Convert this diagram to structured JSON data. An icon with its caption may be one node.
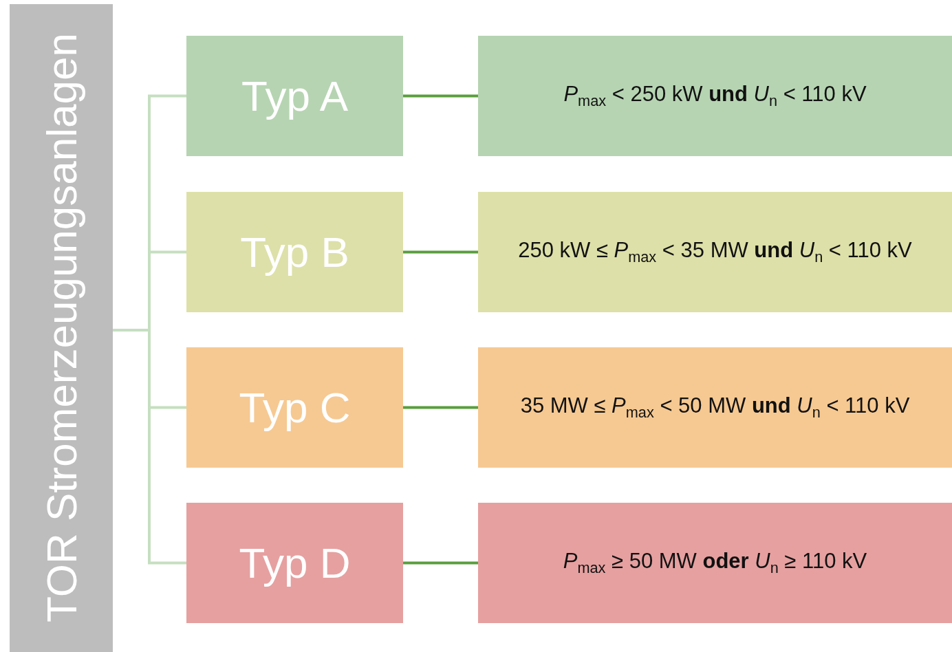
{
  "diagram": {
    "nodes": [
      {
        "text": [
          "TOR Stromerzeugungsanlagen"
        ]
      },
      {
        "text": [
          "Typ A"
        ]
      },
      {
        "text": [
          "*P*$_{max}$ < 250 kW **und** *U*$_{n}$ < 110 kV"
        ]
      },
      {
        "text": [
          "Typ B"
        ]
      },
      {
        "text": [
          "250 kW ≤ *P*$_{max}$ < 35 MW **und** *U*$_{n}$ < 110 kV"
        ]
      },
      {
        "text": [
          "Typ C"
        ]
      },
      {
        "text": [
          "35 MW ≤ *P*$_{max}$ < 50 MW **und** *U*$_{n}$ < 110 kV"
        ]
      },
      {
        "text": [
          "Typ D"
        ]
      },
      {
        "text": [
          "*P*$_{max}$ ≥ 50 MW **oder** *U*$_{n}$ ≥ 110 kV"
        ]
      }
    ],
    "edges": [
      {
        "from": 0,
        "to": 1,
        "arrow": "none",
        "color": "#c5dfc0"
      },
      {
        "from": 0,
        "to": 3,
        "arrow": "none",
        "color": "#c5dfc0"
      },
      {
        "from": 0,
        "to": 5,
        "arrow": "none",
        "color": "#c5dfc0"
      },
      {
        "from": 0,
        "to": 7,
        "arrow": "none",
        "color": "#c5dfc0"
      },
      {
        "from": 1,
        "to": 2,
        "arrow": "none",
        "color": "#5a9e3e"
      },
      {
        "from": 3,
        "to": 4,
        "arrow": "none",
        "color": "#5a9e3e"
      },
      {
        "from": 5,
        "to": 6,
        "arrow": "none",
        "color": "#5a9e3e"
      },
      {
        "from": 7,
        "to": 8,
        "arrow": "none",
        "color": "#5a9e3e"
      }
    ]
  }
}
